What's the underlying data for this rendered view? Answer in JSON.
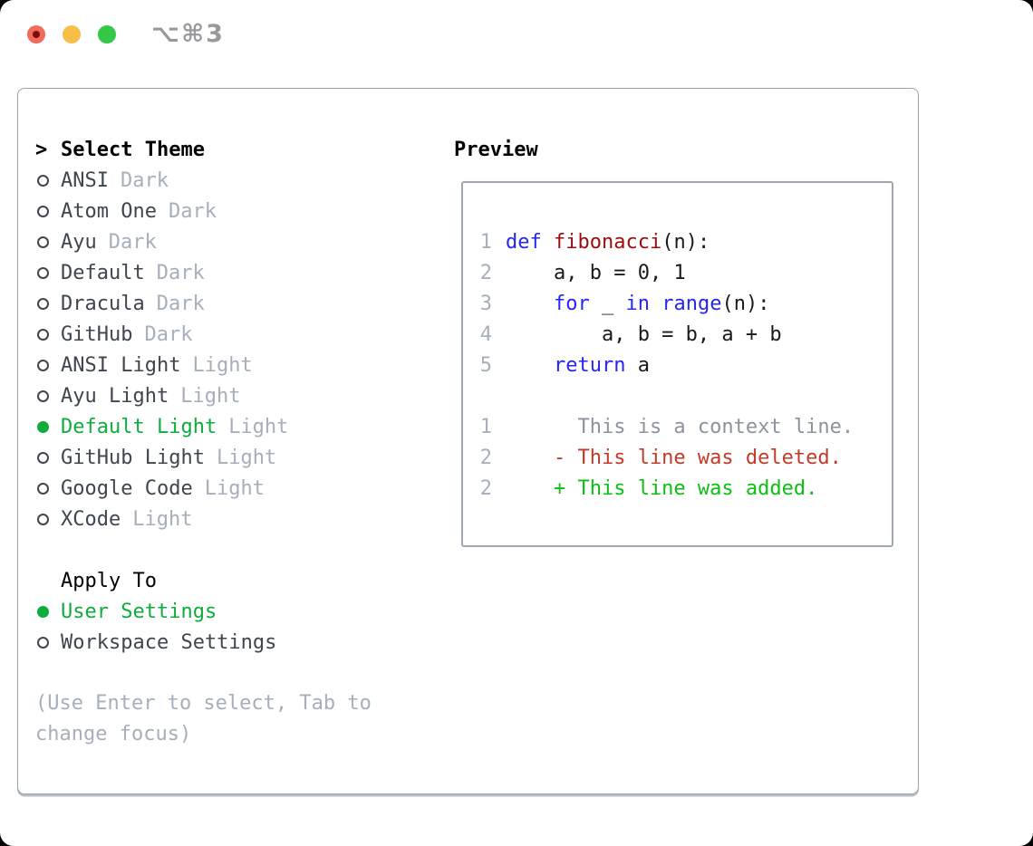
{
  "window": {
    "title": "⌥⌘3"
  },
  "colors": {
    "ui_green": "#0fad3c",
    "added_green": "#0ebe14",
    "deleted_red": "#c43a28",
    "keyword_blue": "#2626ee",
    "function_red": "#9c0c0c",
    "muted_gray": "#a7afbc",
    "text_dark": "#3f4650",
    "panel_border": "#9aa2ae",
    "traffic_red": "#f16a5d",
    "traffic_yellow": "#f7bf4a",
    "traffic_green": "#35c748"
  },
  "selector": {
    "prompt": ">",
    "title": "Select Theme",
    "themes": [
      {
        "name": "ANSI",
        "variant": "Dark",
        "selected": false
      },
      {
        "name": "Atom One",
        "variant": "Dark",
        "selected": false
      },
      {
        "name": "Ayu",
        "variant": "Dark",
        "selected": false
      },
      {
        "name": "Default",
        "variant": "Dark",
        "selected": false
      },
      {
        "name": "Dracula",
        "variant": "Dark",
        "selected": false
      },
      {
        "name": "GitHub",
        "variant": "Dark",
        "selected": false
      },
      {
        "name": "ANSI Light",
        "variant": "Light",
        "selected": false
      },
      {
        "name": "Ayu Light",
        "variant": "Light",
        "selected": false
      },
      {
        "name": "Default Light",
        "variant": "Light",
        "selected": true
      },
      {
        "name": "GitHub Light",
        "variant": "Light",
        "selected": false
      },
      {
        "name": "Google Code",
        "variant": "Light",
        "selected": false
      },
      {
        "name": "XCode",
        "variant": "Light",
        "selected": false
      }
    ],
    "apply_to": {
      "title": "Apply To",
      "options": [
        {
          "name": "User Settings",
          "selected": true
        },
        {
          "name": "Workspace Settings",
          "selected": false
        }
      ]
    },
    "hint": "(Use Enter to select, Tab to change focus)"
  },
  "preview": {
    "title": "Preview",
    "code_lines": [
      {
        "no": "1",
        "segments": [
          {
            "t": "def",
            "c": "kw"
          },
          {
            "t": " "
          },
          {
            "t": "fibonacci",
            "c": "fn"
          },
          {
            "t": "(n):"
          }
        ]
      },
      {
        "no": "2",
        "segments": [
          {
            "t": "    a, b = 0, 1"
          }
        ]
      },
      {
        "no": "3",
        "segments": [
          {
            "t": "    "
          },
          {
            "t": "for",
            "c": "kw"
          },
          {
            "t": " _ "
          },
          {
            "t": "in",
            "c": "kw"
          },
          {
            "t": " "
          },
          {
            "t": "range",
            "c": "kw"
          },
          {
            "t": "(n):"
          }
        ]
      },
      {
        "no": "4",
        "segments": [
          {
            "t": "        a, b = b, a + b"
          }
        ]
      },
      {
        "no": "5",
        "segments": [
          {
            "t": "    "
          },
          {
            "t": "return",
            "c": "kw"
          },
          {
            "t": " a"
          }
        ]
      }
    ],
    "diff_lines": [
      {
        "no": "1",
        "segments": [
          {
            "t": "      This is a context line.",
            "c": "ctx"
          }
        ]
      },
      {
        "no": "2",
        "segments": [
          {
            "t": "    - This line was deleted.",
            "c": "del"
          }
        ]
      },
      {
        "no": "2",
        "segments": [
          {
            "t": "    + This line was added.",
            "c": "add"
          }
        ]
      }
    ]
  }
}
